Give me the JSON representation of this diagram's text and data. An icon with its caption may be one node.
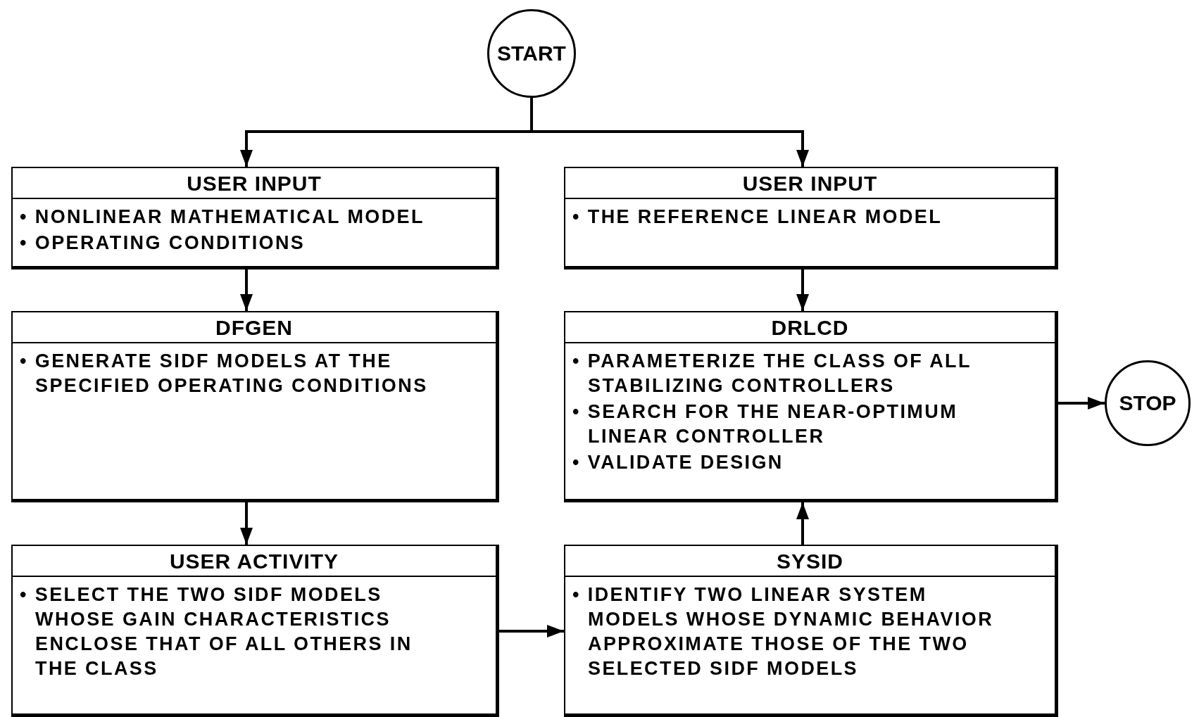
{
  "diagram": {
    "nodes": [
      {
        "text": [
          "START"
        ]
      },
      {
        "text": [
          "USER INPUT",
          "• NONLINEAR MATHEMATICAL MODEL",
          "• OPERATING CONDITIONS"
        ]
      },
      {
        "text": [
          "USER INPUT",
          "• THE REFERENCE LINEAR MODEL"
        ]
      },
      {
        "text": [
          "DFGEN",
          "• GENERATE SIDF MODELS AT THE SPECIFIED OPERATING CONDITIONS"
        ]
      },
      {
        "text": [
          "DRLCD",
          "• PARAMETERIZE THE CLASS OF ALL STABILIZING CONTROLLERS",
          "• SEARCH FOR THE NEAR-OPTIMUM LINEAR CONTROLLER",
          "• VALIDATE DESIGN"
        ]
      },
      {
        "text": [
          "STOP"
        ]
      },
      {
        "text": [
          "USER ACTIVITY",
          "• SELECT THE TWO SIDF MODELS WHOSE GAIN CHARACTERISTICS ENCLOSE THAT OF ALL OTHERS IN THE CLASS"
        ]
      },
      {
        "text": [
          "SYSID",
          "• IDENTIFY TWO LINEAR SYSTEM MODELS WHOSE DYNAMIC BEHAVIOR APPROXIMATE THOSE OF THE TWO SELECTED SIDF MODELS"
        ]
      }
    ],
    "edges": [
      {
        "from": 0,
        "to": 1,
        "arrow": "to"
      },
      {
        "from": 0,
        "to": 2,
        "arrow": "to"
      },
      {
        "from": 1,
        "to": 3,
        "arrow": "to"
      },
      {
        "from": 2,
        "to": 4,
        "arrow": "to"
      },
      {
        "from": 3,
        "to": 6,
        "arrow": "to"
      },
      {
        "from": 6,
        "to": 7,
        "arrow": "to"
      },
      {
        "from": 7,
        "to": 4,
        "arrow": "to"
      },
      {
        "from": 4,
        "to": 5,
        "arrow": "to"
      }
    ]
  }
}
